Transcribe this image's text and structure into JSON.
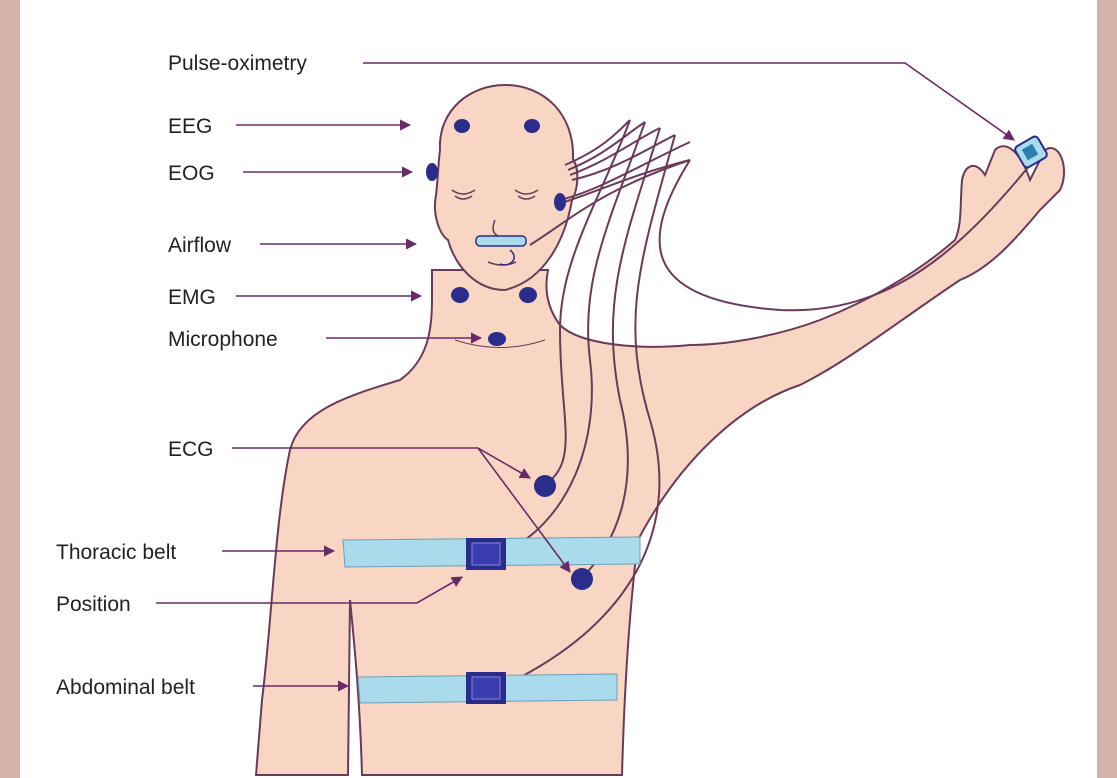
{
  "labels": {
    "pulse_oximetry": "Pulse-oximetry",
    "eeg": "EEG",
    "eog": "EOG",
    "airflow": "Airflow",
    "emg": "EMG",
    "microphone": "Microphone",
    "ecg": "ECG",
    "thoracic_belt": "Thoracic belt",
    "position": "Position",
    "abdominal_belt": "Abdominal belt"
  },
  "colors": {
    "skin": "#f8d6c3",
    "outline": "#6b3a5a",
    "sensor": "#2b2d8c",
    "belt": "#a9dbec",
    "pointer": "#6a2a68",
    "background_border": "#d4b3aa"
  }
}
